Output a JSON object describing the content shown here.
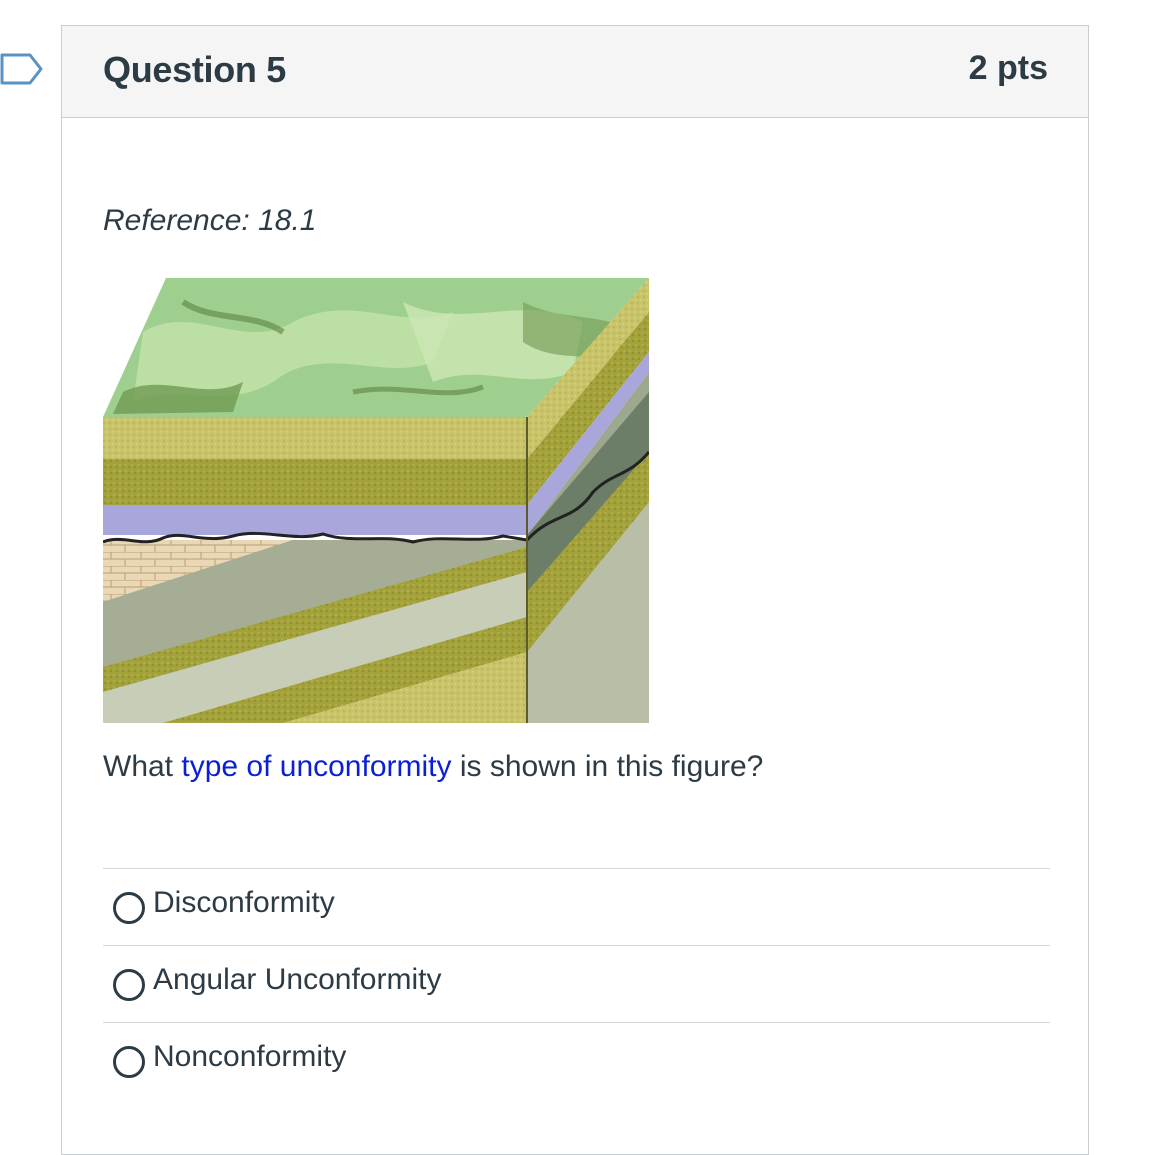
{
  "question": {
    "title": "Question 5",
    "points": "2 pts",
    "reference": "Reference: 18.1",
    "prompt_before": "What ",
    "prompt_link": "type of unconformity",
    "prompt_after": " is shown in this figure?",
    "figure_icon": "geologic-block-diagram-image"
  },
  "answers": [
    {
      "label": "Disconformity"
    },
    {
      "label": "Angular Unconformity"
    },
    {
      "label": "Nonconformity"
    }
  ],
  "colors": {
    "text": "#2d3b45",
    "link": "#0a1fd6",
    "header_bg": "#f5f5f5",
    "border": "#c7cdd1",
    "flag": "#5a92c4"
  }
}
